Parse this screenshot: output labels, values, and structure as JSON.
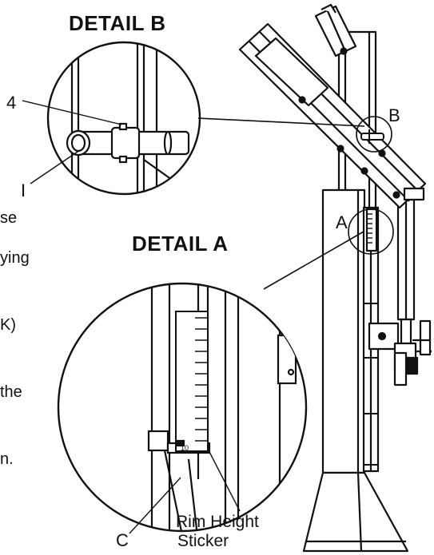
{
  "titles": {
    "detail_b": "DETAIL B",
    "detail_a": "DETAIL A"
  },
  "callouts": {
    "b": "B",
    "a": "A",
    "part_4": "4",
    "part_i": "I",
    "part_c": "C",
    "rim_height_sticker_line1": "Rim Height",
    "rim_height_sticker_line2": "Sticker",
    "scale_value": "10"
  },
  "truncated_instruction_text": [
    "se",
    "ying",
    "K)",
    "the",
    "n."
  ],
  "colors": {
    "ink": "#111111",
    "paper": "#ffffff"
  }
}
